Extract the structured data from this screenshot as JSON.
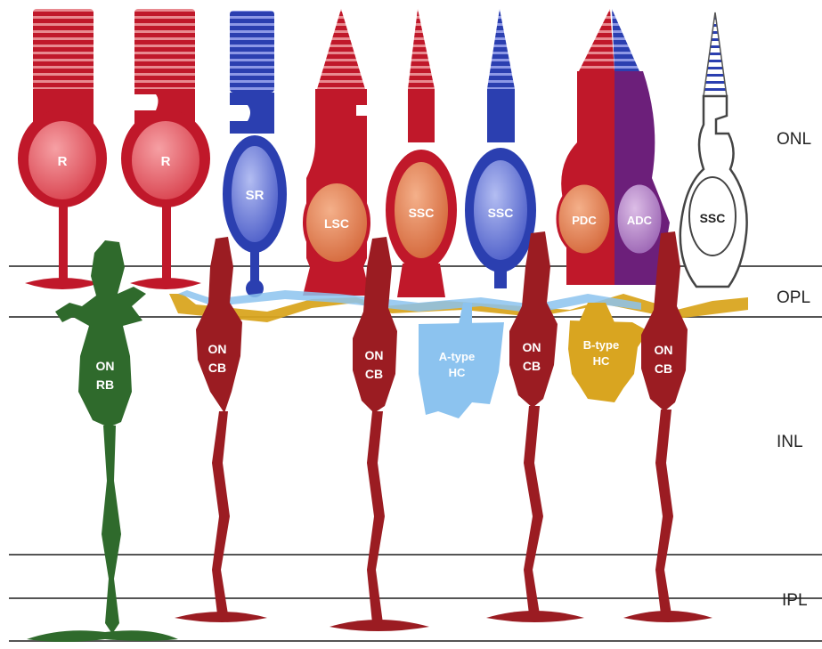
{
  "colors": {
    "rod_red": "#c0182a",
    "rod_stripe": "#e88a90",
    "rod_soma": "#e6676f",
    "blue": "#2b3fb0",
    "blue_stripe": "#8d98e6",
    "blue_soma": "#6a7ad8",
    "orange_soma": "#e0804f",
    "purple": "#6c1f7a",
    "purple_soma": "#b07ec4",
    "bipolar": "#9b1c22",
    "rod_bipolar": "#2f6a2c",
    "hc_a": "#8cc3ef",
    "hc_b": "#d9a520",
    "line": "#555555"
  },
  "layers": {
    "onl": "ONL",
    "opl": "OPL",
    "inl": "INL",
    "ipl": "IPL"
  },
  "photoreceptors": [
    {
      "label": "R",
      "icon": "rod-cell"
    },
    {
      "label": "R",
      "icon": "rod-cell"
    },
    {
      "label": "SR",
      "icon": "rod-cell"
    },
    {
      "label": "LSC",
      "icon": "cone-cell"
    },
    {
      "label": "SSC",
      "icon": "cone-cell"
    },
    {
      "label": "SSC",
      "icon": "cone-cell"
    },
    {
      "label": "PDC",
      "icon": "double-cone-cell"
    },
    {
      "label": "ADC",
      "icon": "double-cone-cell"
    },
    {
      "label": "SSC",
      "icon": "cone-cell"
    }
  ],
  "bipolar_cells": [
    {
      "line1": "ON",
      "line2": "RB"
    },
    {
      "line1": "ON",
      "line2": "CB"
    },
    {
      "line1": "ON",
      "line2": "CB"
    },
    {
      "line1": "ON",
      "line2": "CB"
    },
    {
      "line1": "ON",
      "line2": "CB"
    }
  ],
  "horizontal_cells": [
    {
      "line1": "A-type",
      "line2": "HC"
    },
    {
      "line1": "B-type",
      "line2": "HC"
    }
  ]
}
